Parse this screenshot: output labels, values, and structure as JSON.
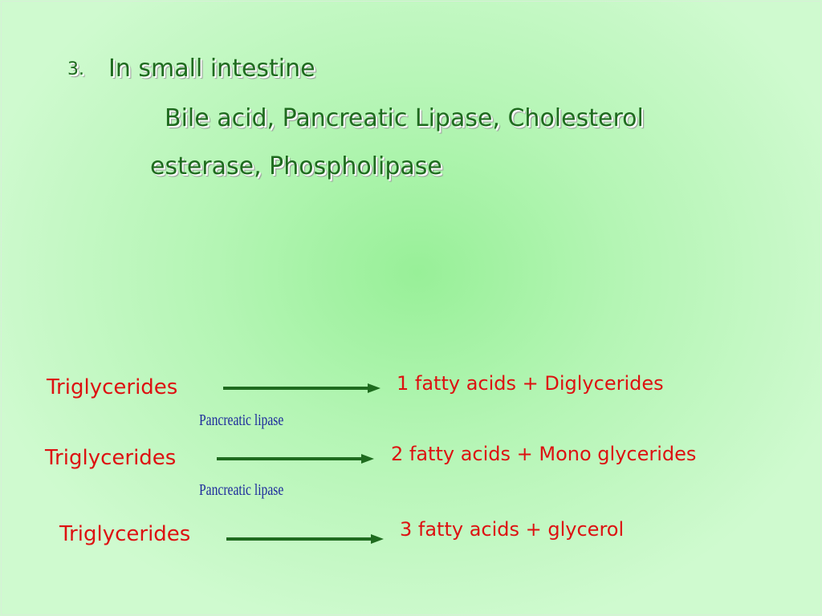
{
  "section": {
    "number": "3.",
    "title": "In small intestine",
    "detail_line_1": "Bile acid, Pancreatic Lipase, Cholesterol",
    "detail_line_2": "esterase, Phospholipase"
  },
  "reactions": [
    {
      "reactant": "Triglycerides",
      "product": "1 fatty acids  + Diglycerides"
    },
    {
      "reactant": "Triglycerides",
      "product": "2 fatty acids + Mono glycerides"
    },
    {
      "reactant": "Triglycerides",
      "product": "3 fatty acids +  glycerol"
    }
  ],
  "enzyme_labels": [
    "Pancreatic lipase",
    "Pancreatic lipase"
  ],
  "colors": {
    "heading": "#1f6b1f",
    "reaction_text": "#dd1111",
    "enzyme_text": "#1c2a9c",
    "arrow": "#1f6b1f"
  }
}
